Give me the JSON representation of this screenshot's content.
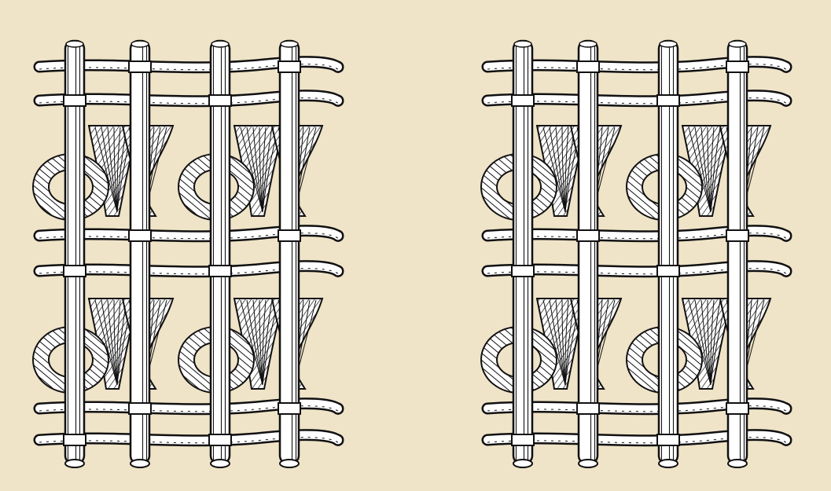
{
  "figure": {
    "background": "#efe3c8",
    "ink": "#111111",
    "panels": [
      {
        "id": "knot-pattern-a",
        "warp_count": 4,
        "weft_pairs": 3,
        "knot_rows": 2,
        "knots_per_row": 2
      },
      {
        "id": "knot-pattern-b",
        "warp_count": 4,
        "weft_pairs": 3,
        "knot_rows": 2,
        "knots_per_row": 2
      }
    ]
  }
}
